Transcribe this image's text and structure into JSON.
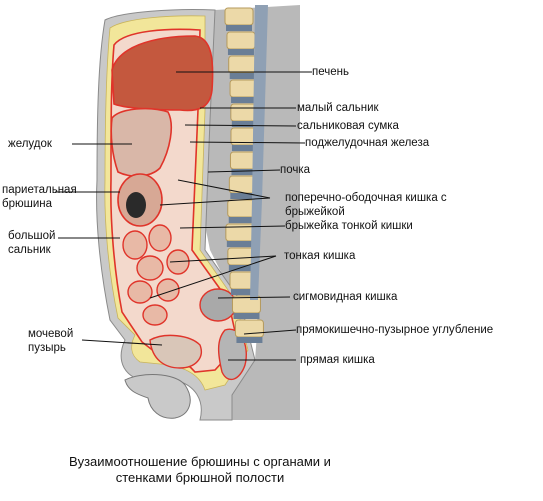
{
  "caption": {
    "line1": "Вузаимоотношение брюшины с органами и",
    "line2": "стенками брюшной полости"
  },
  "labels": {
    "liver": "печень",
    "lesser_omentum": "малый сальник",
    "omental_bursa": "сальниковая сумка",
    "pancreas": "поджелудочная железа",
    "kidney": "почка",
    "transverse_colon_1": "поперечно-ободочная кишка с",
    "transverse_colon_2": "брыжейкой",
    "mesentery": "брыжейка тонкой кишки",
    "small_intestine": "тонкая кишка",
    "sigmoid": "сигмовидная кишка",
    "rectovesical": "прямокишечно-пузырное углубление",
    "rectum": "прямая кишка",
    "stomach": "желудок",
    "parietal_1": "париетальная",
    "parietal_2": "брюшина",
    "greater_omentum_1": "большой",
    "greater_omentum_2": "сальник",
    "bladder_1": "мочевой",
    "bladder_2": "пузырь"
  },
  "colors": {
    "skin": "#c9c9c9",
    "fat": "#f2e69a",
    "liver": "#c4583e",
    "peritoneum": "#e0342a",
    "cavity": "#f3d9cc",
    "bone": "#ecd9a8",
    "disc": "#6a7e96",
    "muscle": "#b4b4b4"
  }
}
